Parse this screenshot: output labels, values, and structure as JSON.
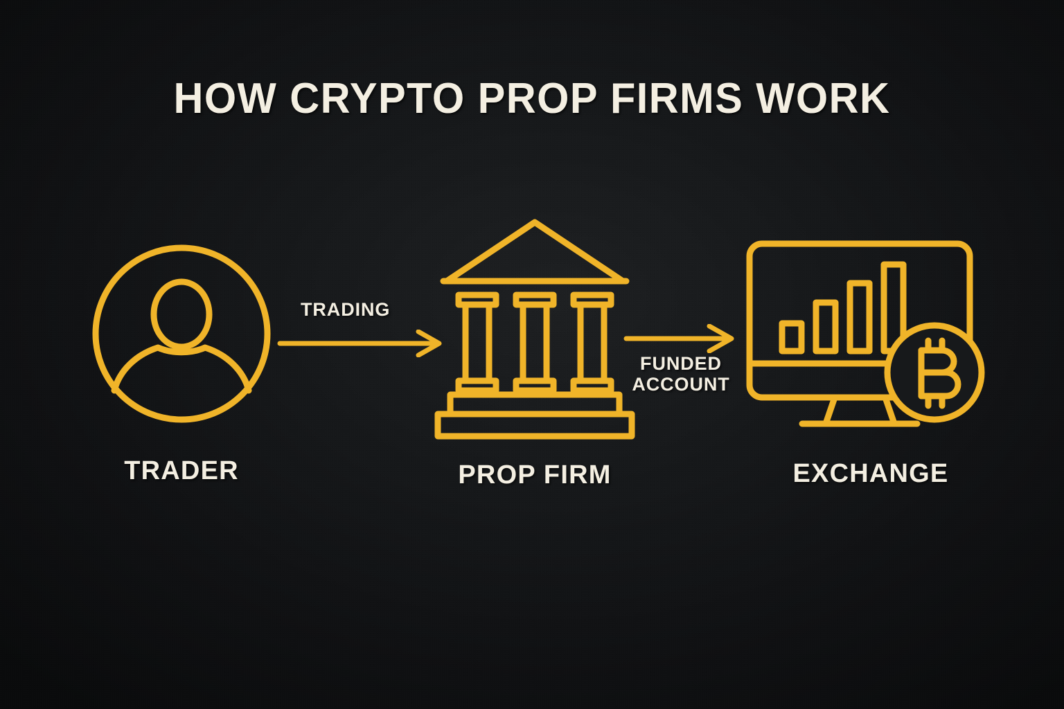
{
  "meta": {
    "title": "HOW CRYPTO PROP FIRMS WORK",
    "background_color": "#16181a",
    "accent_color": "#f0b429",
    "text_color": "#f4efe2"
  },
  "nodes": [
    {
      "id": "trader",
      "label": "TRADER",
      "icon": "user-avatar-circle-icon"
    },
    {
      "id": "prop-firm",
      "label": "PROP FIRM",
      "icon": "bank-building-icon"
    },
    {
      "id": "exchange",
      "label": "EXCHANGE",
      "icon": "monitor-chart-bitcoin-icon"
    }
  ],
  "connectors": [
    {
      "id": "trading",
      "label": "TRADING",
      "from": "trader",
      "to": "prop-firm",
      "icon": "arrow-right-icon",
      "label_position": "above"
    },
    {
      "id": "funded-account",
      "label": "FUNDED\nACCOUNT",
      "label_line1": "FUNDED",
      "label_line2": "ACCOUNT",
      "from": "prop-firm",
      "to": "exchange",
      "icon": "arrow-right-icon",
      "label_position": "below"
    }
  ]
}
